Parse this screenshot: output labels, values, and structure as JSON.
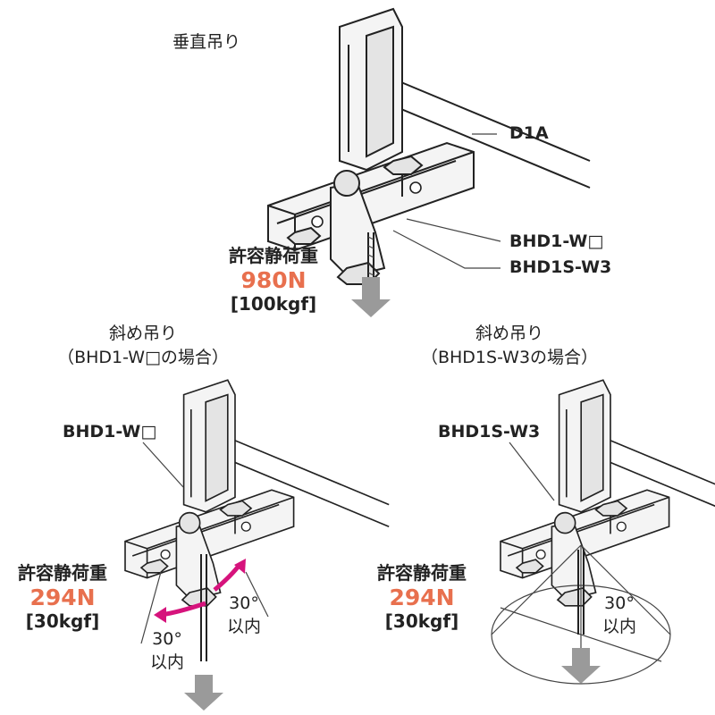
{
  "colors": {
    "accent": "#e8704e",
    "arrow": "#9a9a9a",
    "tilt": "#d6137c"
  },
  "top": {
    "title": "垂直吊り",
    "part_d1a": "D1A",
    "part_bhd1w": "BHD1-W□",
    "part_bhd1s": "BHD1S-W3",
    "load_title": "許容静荷重",
    "load_value": "980N",
    "load_kgf": "[100kgf]"
  },
  "left": {
    "title_line1": "斜め吊り",
    "title_line2": "（BHD1-W□の場合）",
    "part": "BHD1-W□",
    "load_title": "許容静荷重",
    "load_value": "294N",
    "load_kgf": "[30kgf]",
    "angle_right": "30°",
    "within_right": "以内",
    "angle_left": "30°",
    "within_left": "以内"
  },
  "right": {
    "title_line1": "斜め吊り",
    "title_line2": "（BHD1S-W3の場合）",
    "part": "BHD1S-W3",
    "load_title": "許容静荷重",
    "load_value": "294N",
    "load_kgf": "[30kgf]",
    "angle": "30°",
    "within": "以内"
  }
}
